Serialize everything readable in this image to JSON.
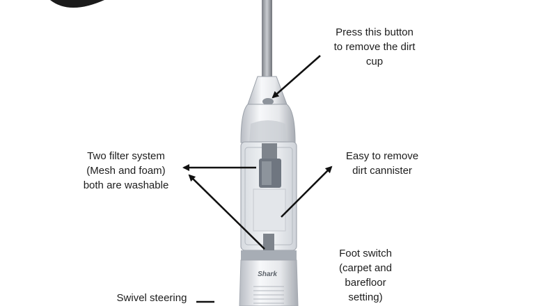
{
  "callouts": {
    "dirt_cup_button": [
      "Press this button",
      "to remove the dirt",
      "cup"
    ],
    "filter_system": [
      "Two filter system",
      "(Mesh and foam)",
      "both are washable"
    ],
    "dirt_cannister": [
      "Easy to remove",
      "dirt cannister"
    ],
    "foot_switch": [
      "Foot switch",
      "(carpet and",
      "barefloor",
      "setting)"
    ],
    "swivel_steering": [
      "Swivel steering"
    ]
  },
  "brand_logo_text": "Shark",
  "colors": {
    "arrow": "#111111",
    "body_white": "#f3f4f6",
    "body_gray": "#9aa0a8",
    "handle": "#8f9196",
    "logo_corner": "#1b1b1b"
  }
}
